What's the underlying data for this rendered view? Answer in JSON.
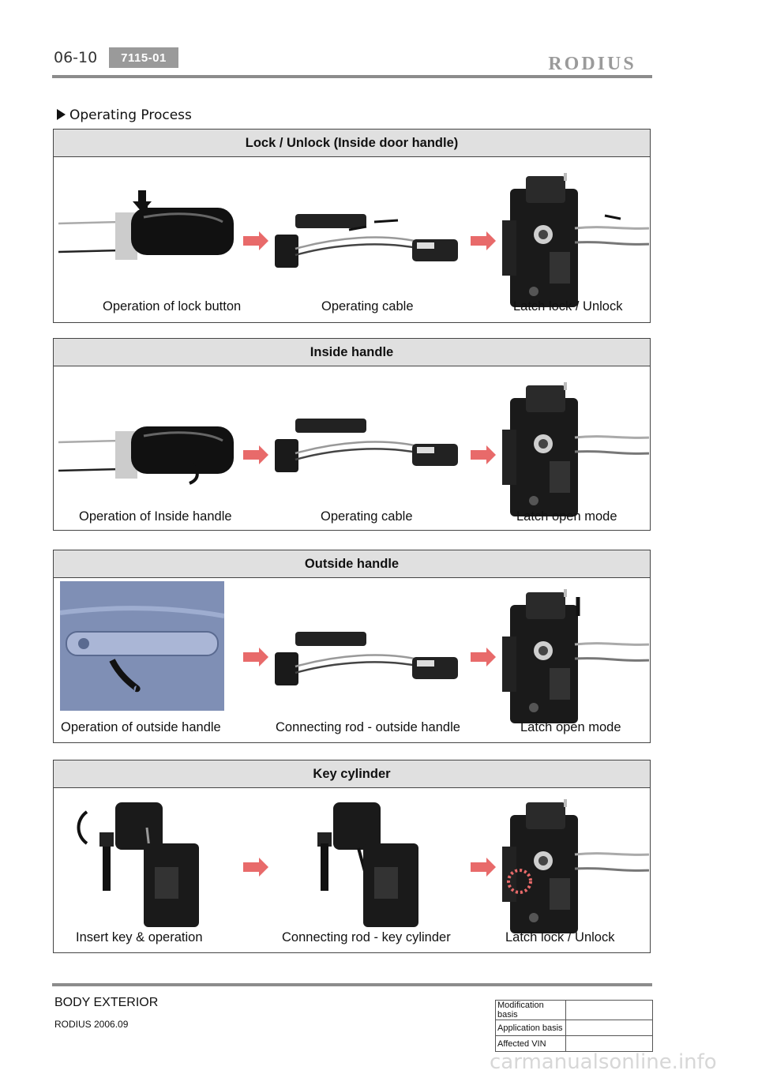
{
  "header": {
    "page_number": "06-10",
    "code": "7115-01",
    "brand": "RODIUS"
  },
  "heading": "Operating Process",
  "sections": [
    {
      "title": "Lock / Unlock (Inside door handle)",
      "captions": [
        "Operation of lock button",
        "Operating cable",
        "Latch lock / Unlock"
      ]
    },
    {
      "title": "Inside handle",
      "captions": [
        "Operation of Inside handle",
        "Operating cable",
        "Latch open mode"
      ]
    },
    {
      "title": "Outside handle",
      "captions": [
        "Operation of outside handle",
        "Connecting rod - outside handle",
        "Latch open mode"
      ]
    },
    {
      "title": "Key cylinder",
      "captions": [
        "Insert key & operation",
        "Connecting rod - key cylinder",
        "Latch lock / Unlock"
      ]
    }
  ],
  "footer": {
    "section": "BODY EXTERIOR",
    "version": "RODIUS 2006.09",
    "table": [
      {
        "label": "Modification basis",
        "value": ""
      },
      {
        "label": "Application basis",
        "value": ""
      },
      {
        "label": "Affected VIN",
        "value": ""
      }
    ]
  },
  "watermark": "carmanualsonline.info",
  "colors": {
    "rule": "#8c8c8c",
    "badge": "#9a9a9a",
    "panel_title_bg": "#e0e0e0",
    "arrow": "#e86a6a",
    "part_black": "#1a1a1a",
    "car_blue": "#7f8fb5"
  }
}
